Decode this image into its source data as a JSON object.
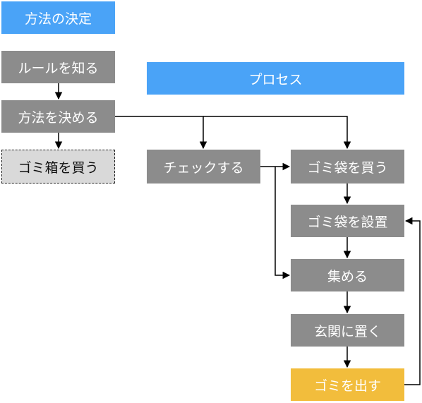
{
  "left_column": {
    "header": "方法の決定",
    "learn_rules": "ルールを知る",
    "decide_method": "方法を決める",
    "buy_trash_box": "ゴミ箱を買う"
  },
  "process": {
    "header": "プロセス",
    "check": "チェックする",
    "buy_bag": "ゴミ袋を買う",
    "set_bag": "ゴミ袋を設置",
    "collect": "集める",
    "place_entrance": "玄関に置く",
    "take_out": "ゴミを出す"
  },
  "colors": {
    "gray": "#8c8c8c",
    "blue": "#4aa3f7",
    "yellow": "#f2bd3c",
    "dashed_fill": "#d9d9d9"
  }
}
